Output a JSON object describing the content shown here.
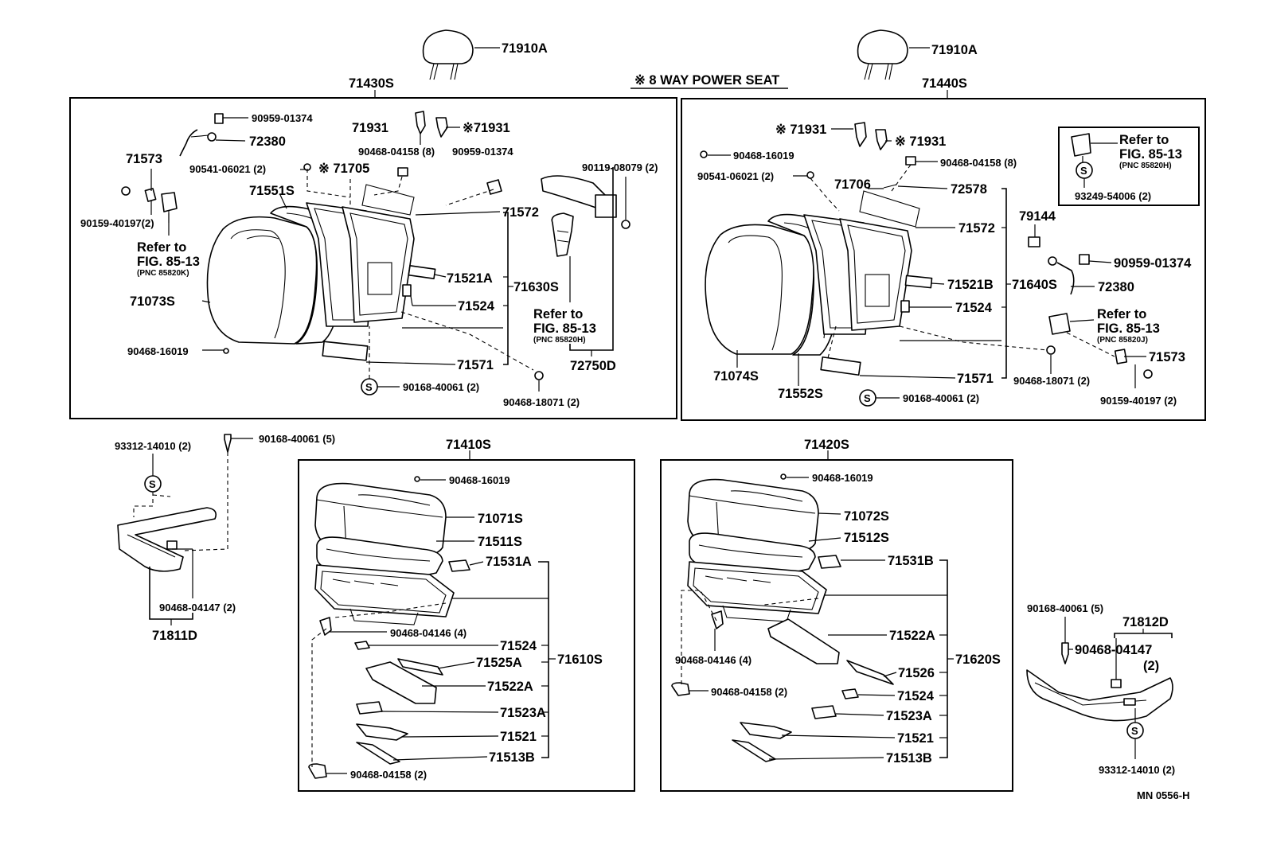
{
  "title": "※ 8 WAY POWER SEAT",
  "doc_code": "MN 0556-H",
  "upper_left": {
    "assembly": "71430S",
    "headrest": "71910A",
    "labels": {
      "p90959_a": "90959-01374",
      "p72380": "72380",
      "p71573": "71573",
      "p71931_a": "71931",
      "p71931_b": "※71931",
      "p90468_04158": "90468-04158 (8)",
      "p90959_b": "90959-01374",
      "p90541": "90541-06021 (2)",
      "p71705": "※ 71705",
      "p90119": "90119-08079 (2)",
      "p71551s": "71551S",
      "p90159": "90159-40197(2)",
      "p71572": "71572",
      "p71521a": "71521A",
      "p71630s": "71630S",
      "p71524": "71524",
      "p71073s": "71073S",
      "p90468_16019": "90468-16019",
      "p71571": "71571",
      "p90168": "90168-40061 (2)",
      "p90468_18071": "90468-18071 (2)",
      "p72750d": "72750D"
    },
    "ref_left": {
      "line1": "Refer to",
      "line2": "FIG. 85-13",
      "line3": "(PNC 85820K)"
    },
    "ref_right": {
      "line1": "Refer to",
      "line2": "FIG. 85-13",
      "line3": "(PNC 85820H)"
    }
  },
  "upper_right": {
    "assembly": "71440S",
    "headrest": "71910A",
    "labels": {
      "p71931_a": "※ 71931",
      "p71931_b": "※ 71931",
      "p90468_16019": "90468-16019",
      "p90468_04158": "90468-04158 (8)",
      "p90541": "90541-06021 (2)",
      "p71706": "71706",
      "p72578": "72578",
      "p79144": "79144",
      "p71572": "71572",
      "p90959": "90959-01374",
      "p71521b": "71521B",
      "p71640s": "71640S",
      "p72380": "72380",
      "p71524": "71524",
      "p71573": "71573",
      "p71074s": "71074S",
      "p71552s": "71552S",
      "p71571": "71571",
      "p90468_18071": "90468-18071 (2)",
      "p90168": "90168-40061 (2)",
      "p90159": "90159-40197 (2)",
      "p93249": "93249-54006 (2)"
    },
    "ref_top": {
      "line1": "Refer to",
      "line2": "FIG. 85-13",
      "line3": "(PNC 85820H)"
    },
    "ref_mid": {
      "line1": "Refer to",
      "line2": "FIG. 85-13",
      "line3": "(PNC 85820J)"
    }
  },
  "left_shield": {
    "assembly": "71811D",
    "labels": {
      "p93312": "93312-14010 (2)",
      "p90168": "90168-40061 (5)",
      "p90468_04147": "90468-04147 (2)"
    }
  },
  "lower_left": {
    "assembly": "71410S",
    "labels": {
      "p90468_16019": "90468-16019",
      "p71071s": "71071S",
      "p71511s": "71511S",
      "p71531a": "71531A",
      "p90468_04146": "90468-04146 (4)",
      "p71524": "71524",
      "p71525a": "71525A",
      "p71610s": "71610S",
      "p71522a": "71522A",
      "p71523a": "71523A",
      "p71521": "71521",
      "p71513b": "71513B",
      "p90468_04158": "90468-04158 (2)"
    }
  },
  "lower_right": {
    "assembly": "71420S",
    "labels": {
      "p90468_16019": "90468-16019",
      "p71072s": "71072S",
      "p71512s": "71512S",
      "p71531b": "71531B",
      "p71522a": "71522A",
      "p90468_04146": "90468-04146 (4)",
      "p71526": "71526",
      "p71620s": "71620S",
      "p90468_04158": "90468-04158 (2)",
      "p71524": "71524",
      "p71523a": "71523A",
      "p71521": "71521",
      "p71513b": "71513B"
    }
  },
  "right_shield": {
    "assembly": "71812D",
    "labels": {
      "p90168": "90168-40061 (5)",
      "p90468_04147": "90468-04147",
      "p90468_qty": "(2)",
      "p93312": "93312-14010 (2)"
    }
  },
  "icons": {
    "headrest": "headrest-icon",
    "s_symbol": "S",
    "clip": "clip-icon",
    "motor": "motor-icon"
  }
}
